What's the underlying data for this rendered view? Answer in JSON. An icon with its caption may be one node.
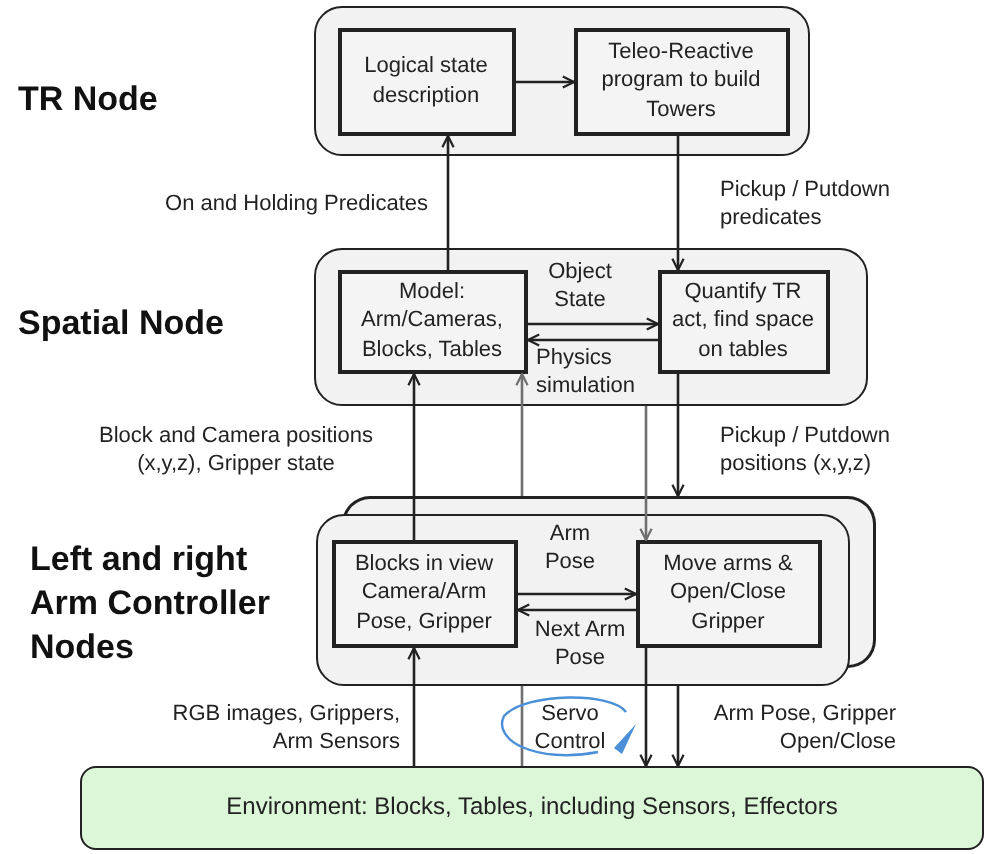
{
  "diagram": {
    "nodes": [
      {
        "text": [
          "TR Node"
        ]
      },
      {
        "text": [
          "Logical state description"
        ],
        "in": 0
      },
      {
        "text": [
          "Teleo-Reactive program to build Towers"
        ],
        "in": 0
      },
      {
        "text": [
          "Spatial Node"
        ]
      },
      {
        "text": [
          "Model: Arm/Cameras, Blocks, Tables"
        ],
        "in": 3
      },
      {
        "text": [
          "Quantify TR act, find space on tables"
        ],
        "in": 3
      },
      {
        "text": [
          "Left and right Arm Controller Nodes"
        ]
      },
      {
        "text": [
          "Blocks in view Camera/Arm Pose, Gripper"
        ],
        "in": 6
      },
      {
        "text": [
          "Move arms & Open/Close Gripper"
        ],
        "in": 6
      },
      {
        "text": [
          "Environment: Blocks, Tables, including Sensors, Effectors"
        ]
      }
    ],
    "edges": [
      {
        "from": 1,
        "to": 2,
        "arrow": "to"
      },
      {
        "from": 4,
        "to": 1,
        "arrow": "to",
        "label": "On and Holding Predicates"
      },
      {
        "from": 2,
        "to": 5,
        "arrow": "to",
        "label": "Pickup / Putdown predicates"
      },
      {
        "from": 4,
        "to": 5,
        "arrow": "to",
        "label": "Object State"
      },
      {
        "from": 5,
        "to": 4,
        "arrow": "to",
        "label": "Physics simulation"
      },
      {
        "from": 7,
        "to": 4,
        "arrow": "to",
        "label": "Block and Camera positions (x,y,z), Gripper state"
      },
      {
        "from": 9,
        "to": 4,
        "arrow": "to",
        "color": "#707070"
      },
      {
        "from": 3,
        "to": 8,
        "arrow": "to",
        "color": "#707070"
      },
      {
        "from": 5,
        "to": 6,
        "arrow": "to",
        "label": "Pickup / Putdown positions (x,y,z)"
      },
      {
        "from": 7,
        "to": 8,
        "arrow": "to",
        "label": "Arm Pose"
      },
      {
        "from": 8,
        "to": 7,
        "arrow": "to",
        "label": "Next Arm Pose"
      },
      {
        "from": 9,
        "to": 7,
        "arrow": "to",
        "label": "RGB images, Grippers, Arm Sensors"
      },
      {
        "from": 8,
        "to": 9,
        "arrow": "to"
      },
      {
        "from": 6,
        "to": 9,
        "arrow": "to",
        "label": "Arm Pose, Gripper Open/Close"
      }
    ],
    "labels": [
      "Servo Control"
    ]
  }
}
